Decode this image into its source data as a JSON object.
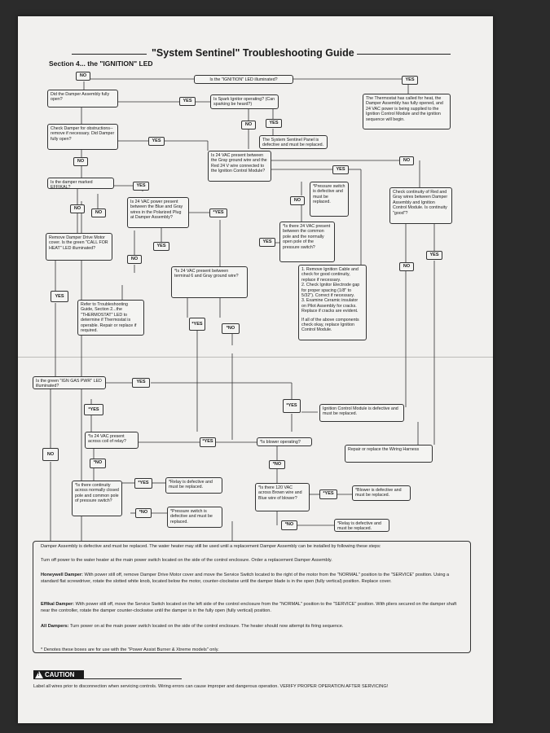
{
  "header": {
    "title": "\"System Sentinel\" Troubleshooting Guide",
    "section": "Section 4... the \"IGNITION\" LED"
  },
  "boxes": {
    "ignition_lit": "Is the \"IGNITION\" LED illuminated?",
    "damper_open": "Did the Damper Assembly fully open?",
    "spark_ignitor": "Is Spark Ignitor operating? (Can sparking be heard?)",
    "thermostat_called": "The Thermostat has called for heat, the Damper Assembly has fully opened, and 24 VAC power is being supplied to the Ignition Control Module and the ignition sequence will begin.",
    "check_damper": "Check Damper for obstructions--remove if necessary. Did Damper fully open?",
    "panel_defective": "The System Sentinel Panel is defective and must be replaced.",
    "vac_gray_red": "Is 24 VAC present between the Gray ground wire and the Red 24 V wire connected to the Ignition Control Module?",
    "damper_effikal": "Is the damper marked EFFIKAL?",
    "vac_blue_gray": "Is 24 VAC power present between the Blue and Gray wires in the Polarized Plug at Damper Assembly?",
    "pressure_switch_defective": "*Pressure switch is defective and must be replaced.",
    "continuity_red_gray": "Check continuity of Red and Gray wires between Damper Assembly and Ignition Control Module. Is continuity \"good\"?",
    "remove_cover": "Remove Damper Drive Motor cover. Is the green \"CALL FOR HEAT\" LED illuminated?",
    "vac_common_pole": "*Is there 24 VAC present between the common pole and the normally open pole of the pressure switch?",
    "vac_terminal6": "*Is 24 VAC present between terminal 6 and Gray ground wire?",
    "refer_section2": "Refer to Troubleshooting Guide, Section 2...the \"THERMOSTAT\" LED to determine if Thermostat is operable. Repair or replace if required.",
    "steps": [
      "1. Remove Ignition Cable and check for good continuity, replace if necessary.",
      "2. Check Ignitor Electrode gap for proper spacing (1/8\" to 5/32\"). Correct if necessary.",
      "3. Examine Ceramic insulator on Pilot Assembly for cracks. Replace if cracks are evident."
    ],
    "steps_footer": "If all of the above components check okay, replace Ignition Control Module.",
    "ign_gas_pwr": "Is the green \"IGN GAS PWR\" LED illuminated?",
    "icm_defective": "Ignition Control Module is defective and must be replaced.",
    "vac_relay_coil": "*Is 24 VAC present across coil of relay?",
    "blower_operating": "*Is blower operating?",
    "repair_harness": "Repair or replace the Wiring Harness",
    "continuity_switch": "*Is there continuity across normally closed pole and common pole of pressure switch?",
    "relay_defective_1": "*Relay is defective and must be replaced.",
    "vac_120": "*Is there 120 VAC across Brown wire and Blue wire of blower?",
    "blower_defective": "*Blower is defective and must be replaced.",
    "pressure_switch_defective_2": "*Pressure switch is defective and must be replaced.",
    "relay_defective_2": "*Relay is defective and must be replaced."
  },
  "labels": {
    "yes": "YES",
    "no": "NO",
    "yes_star": "*YES",
    "no_star": "*NO"
  },
  "notes": {
    "p1": "Damper Assembly is defective and must be replaced. The water heater may still be used until a replacement Damper Assembly can be installed by following these steps:",
    "p2": "Turn off power to the water heater at the main power switch located on the side of the control enclosure. Order a replacement Damper Assembly.",
    "p3_head": "Honeywell Damper:",
    "p3": " With power still off, remove Damper Drive Motor cover and move the Service Switch located to the right of the motor from the \"NORMAL\" position to the \"SERVICE\" position. Using a standard flat screwdriver, rotate the slotted white knob, located below the motor, counter-clockwise until the damper blade is in the open (fully vertical) position. Replace cover.",
    "p4_head": "Effikal Damper:",
    "p4": " With power still off, move the Service Switch located on the left side of the control enclosure from the \"NORMAL\" position to the \"SERVICE\" position. With pliers secured on the damper shaft near the controller, rotate the damper counter-clockwise until the damper is in the fully open (fully vertical) position.",
    "p5_head": "All Dampers:",
    "p5": " Turn power on at the main power switch located on the side of the control enclosure. The heater should now attempt its firing sequence.",
    "p6": "* Denotes these boxes are for use with the \"Power Assist Burner & Xtreme models\" only."
  },
  "caution": {
    "label": "CAUTION",
    "text": "Label all wires prior to disconnection when servicing controls. Wiring errors can cause improper and dangerous operation. VERIFY PROPER OPERATION AFTER SERVICING!"
  }
}
